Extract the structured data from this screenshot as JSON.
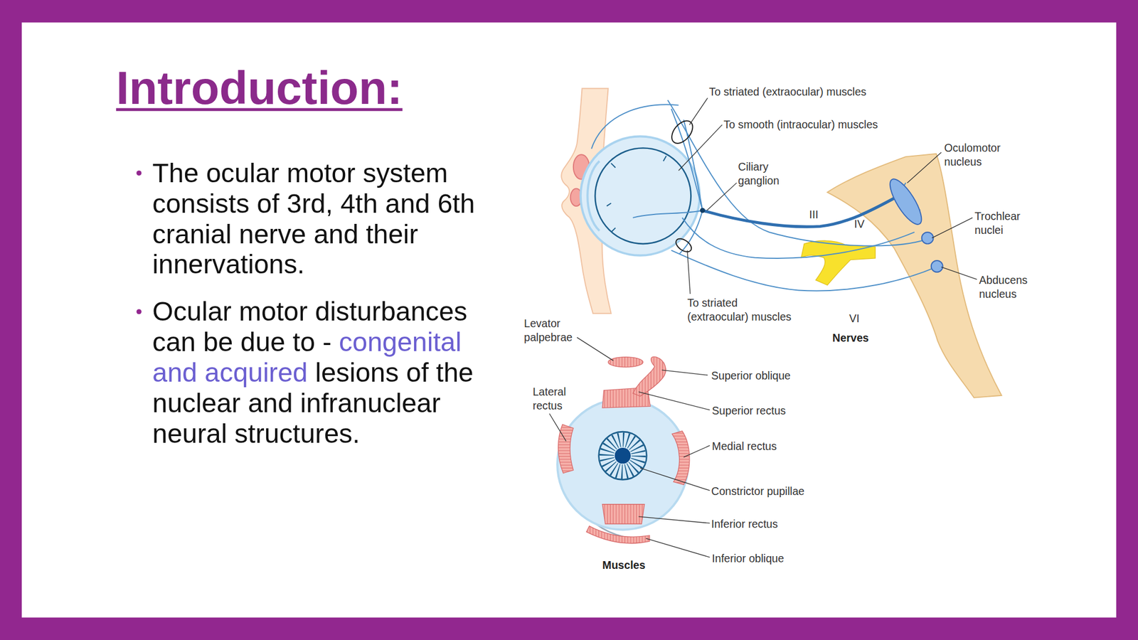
{
  "diagram": {
    "title": "Introduction:",
    "labels": [
      "The ocular motor system consists of 3rd, 4th and 6th cranial nerve and their innervations.",
      "Ocular motor disturbances can be due to -",
      "congenital and acquired",
      "lesions of the nuclear and infranuclear neural structures.",
      "To striated (extraocular) muscles",
      "To smooth (intraocular) muscles",
      "Oculomotor nucleus",
      "Ciliary ganglion",
      "III",
      "IV",
      "Trochlear nuclei",
      "Abducens nucleus",
      "To striated (extraocular) muscles",
      "VI",
      "Nerves",
      "Levator palpebrae",
      "Lateral rectus",
      "Superior oblique",
      "Superior rectus",
      "Medial rectus",
      "Constrictor pupillae",
      "Inferior rectus",
      "Inferior oblique",
      "Muscles"
    ]
  }
}
